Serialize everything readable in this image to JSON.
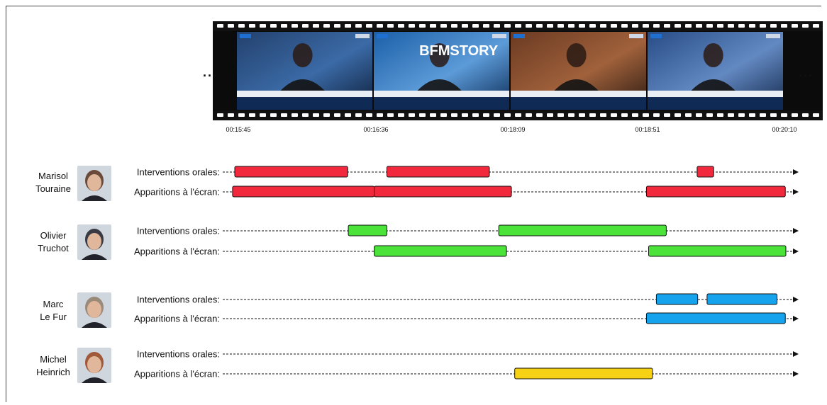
{
  "filmstrip": {
    "ellipsis_left": "...",
    "ellipsis_right": "...",
    "thumbnails": [
      {
        "name": "thumb-touraine-anchor",
        "overlay": "",
        "colors": [
          "#23416d",
          "#3b6aa6",
          "#0d1f3a"
        ]
      },
      {
        "name": "thumb-bfm-story",
        "overlay": "BFMSTORY",
        "colors": [
          "#1c5fa8",
          "#5c9bd8",
          "#0b2a55"
        ]
      },
      {
        "name": "thumb-assembly",
        "overlay": "",
        "colors": [
          "#6b3a22",
          "#a0613b",
          "#2a1a12"
        ]
      },
      {
        "name": "thumb-split-screen",
        "overlay": "",
        "colors": [
          "#274c86",
          "#6389c2",
          "#13284b"
        ]
      }
    ],
    "timecodes": [
      "00:15:45",
      "00:16:36",
      "00:18:09",
      "00:18:51",
      "00:20:10"
    ]
  },
  "labels": {
    "oral": "Interventions orales:",
    "screen": "Apparitions à l'écran:"
  },
  "people": [
    {
      "name": "Marisol\nTouraine",
      "face_color": "#6a4a3a",
      "color": "#f2283c",
      "oral": [
        [
          0.0,
          0.205
        ],
        [
          0.276,
          0.462
        ],
        [
          0.839,
          0.869
        ]
      ],
      "screen": [
        [
          -0.004,
          0.253
        ],
        [
          0.253,
          0.502
        ],
        [
          0.747,
          0.999
        ]
      ]
    },
    {
      "name": "Olivier\nTruchot",
      "face_color": "#3a3a44",
      "color": "#4be33a",
      "oral": [
        [
          0.206,
          0.276
        ],
        [
          0.479,
          0.783
        ]
      ],
      "screen": [
        [
          0.253,
          0.493
        ],
        [
          0.751,
          1.0
        ]
      ]
    },
    {
      "name": "Marc\nLe Fur",
      "face_color": "#9a8a7a",
      "color": "#14a3ec",
      "oral": [
        [
          0.765,
          0.84
        ],
        [
          0.857,
          0.984
        ]
      ],
      "screen": [
        [
          0.747,
          0.999
        ]
      ]
    },
    {
      "name": "Michel\nHeinrich",
      "face_color": "#a05a3a",
      "color": "#f7d214",
      "oral": [],
      "screen": [
        [
          0.508,
          0.758
        ]
      ]
    }
  ]
}
